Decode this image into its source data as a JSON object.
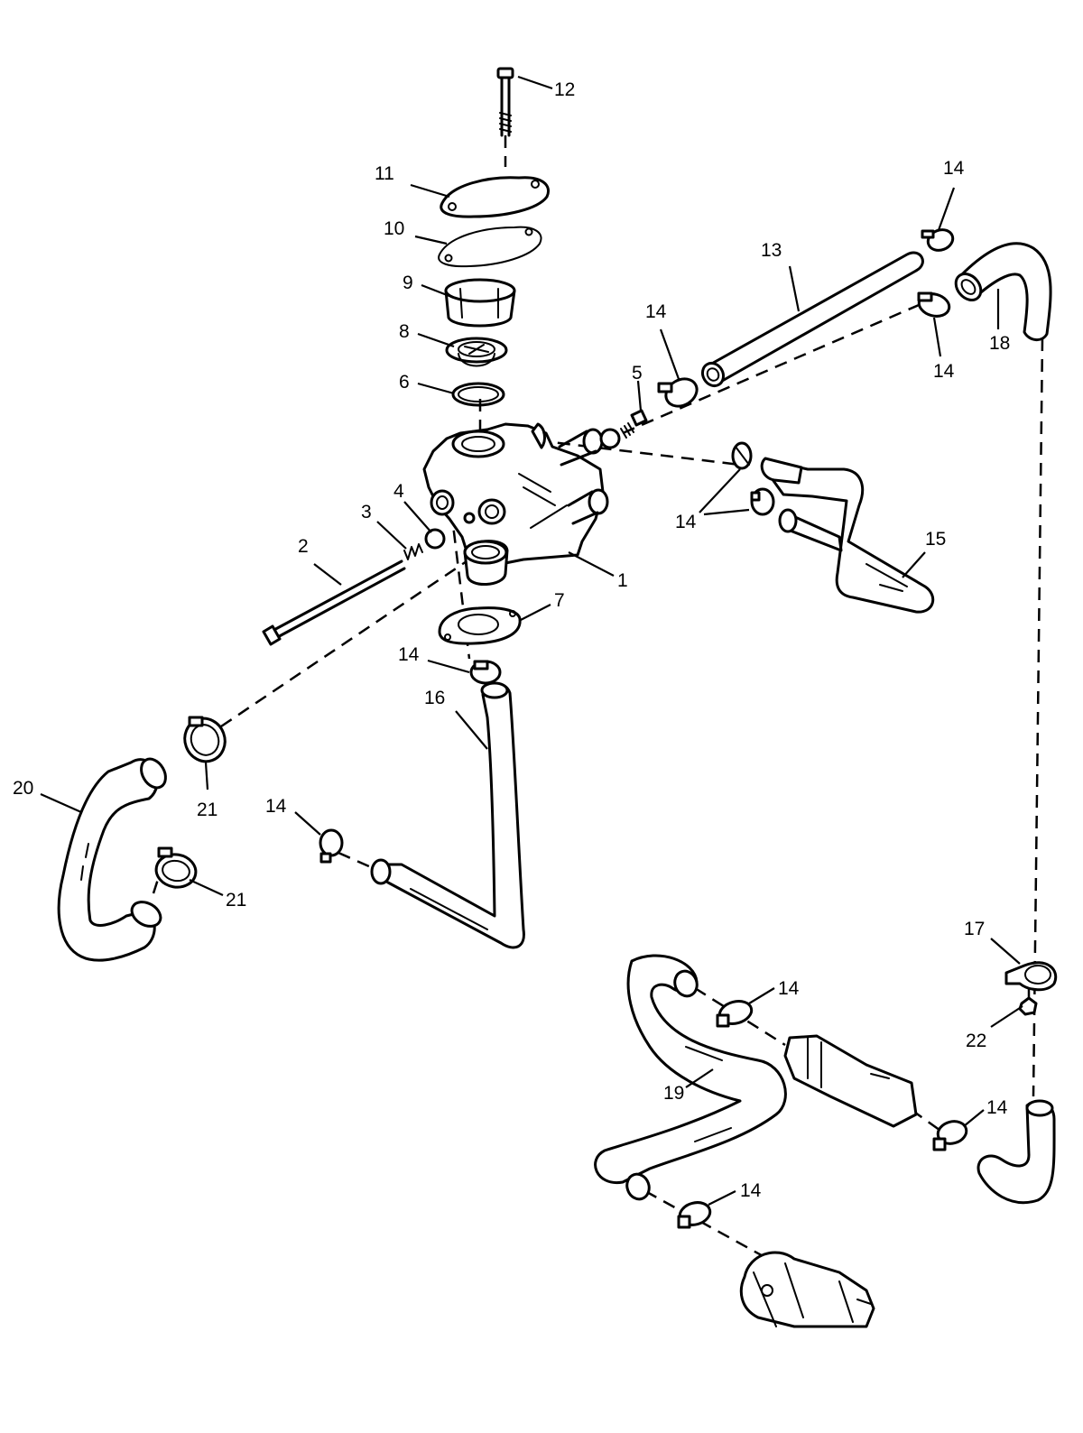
{
  "diagram": {
    "parts": [
      {
        "id": "p1",
        "label": "1"
      },
      {
        "id": "p2",
        "label": "2"
      },
      {
        "id": "p3",
        "label": "3"
      },
      {
        "id": "p4",
        "label": "4"
      },
      {
        "id": "p5",
        "label": "5"
      },
      {
        "id": "p6",
        "label": "6"
      },
      {
        "id": "p7",
        "label": "7"
      },
      {
        "id": "p8",
        "label": "8"
      },
      {
        "id": "p9",
        "label": "9"
      },
      {
        "id": "p10",
        "label": "10"
      },
      {
        "id": "p11",
        "label": "11"
      },
      {
        "id": "p12",
        "label": "12"
      },
      {
        "id": "p13",
        "label": "13"
      },
      {
        "id": "p14",
        "label": "14"
      },
      {
        "id": "p15",
        "label": "15"
      },
      {
        "id": "p16",
        "label": "16"
      },
      {
        "id": "p17",
        "label": "17"
      },
      {
        "id": "p18",
        "label": "18"
      },
      {
        "id": "p19",
        "label": "19"
      },
      {
        "id": "p20",
        "label": "20"
      },
      {
        "id": "p21",
        "label": "21"
      },
      {
        "id": "p22",
        "label": "22"
      }
    ]
  }
}
